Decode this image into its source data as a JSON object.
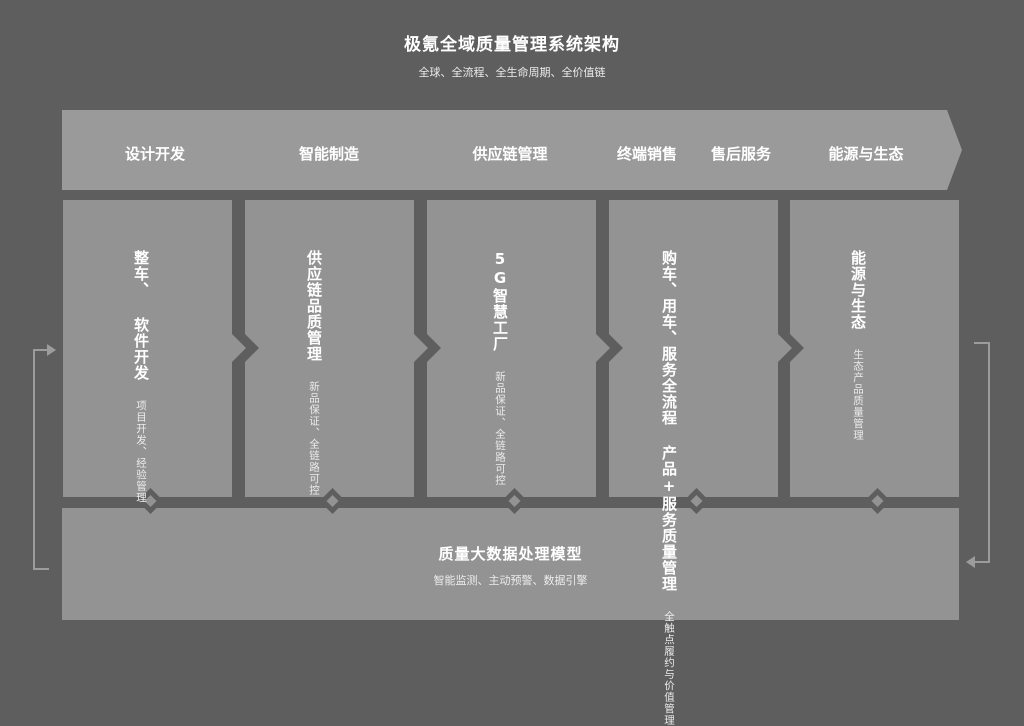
{
  "header": {
    "title": "极氪全域质量管理系统架构",
    "subtitle": "全球、全流程、全生命周期、全价值链"
  },
  "stages": [
    {
      "label": "设计开发"
    },
    {
      "label": "智能制造"
    },
    {
      "label": "供应链管理"
    },
    {
      "label": "终端销售"
    },
    {
      "label": "售后服务"
    },
    {
      "label": "能源与生态"
    }
  ],
  "cards": [
    {
      "title_lines": [
        "整车、",
        "软件开发"
      ],
      "sub_lines": [
        "项目开发、经验管理"
      ]
    },
    {
      "title_lines": [
        "供应链品质管理"
      ],
      "sub_lines": [
        "新品保证、全链路可控"
      ]
    },
    {
      "title_lines": [
        "5G智慧工厂"
      ],
      "sub_lines": [
        "新品保证、全链路可控"
      ]
    },
    {
      "title_lines": [
        "购车、用车、服务全流程",
        "产品+服务质量管理"
      ],
      "sub_lines": [
        "全触点履约与价值管理"
      ]
    },
    {
      "title_lines": [
        "能源与生态"
      ],
      "sub_lines": [
        "生态产品质量管理"
      ]
    }
  ],
  "bottom": {
    "title": "质量大数据处理模型",
    "subtitle": "智能监测、主动预警、数据引擎"
  },
  "colors": {
    "background": "#5e5e5e",
    "panel": "#939393",
    "arrow_band": "#9a9a9a",
    "text": "#ffffff",
    "loop_arrow": "#9c9c9c"
  }
}
